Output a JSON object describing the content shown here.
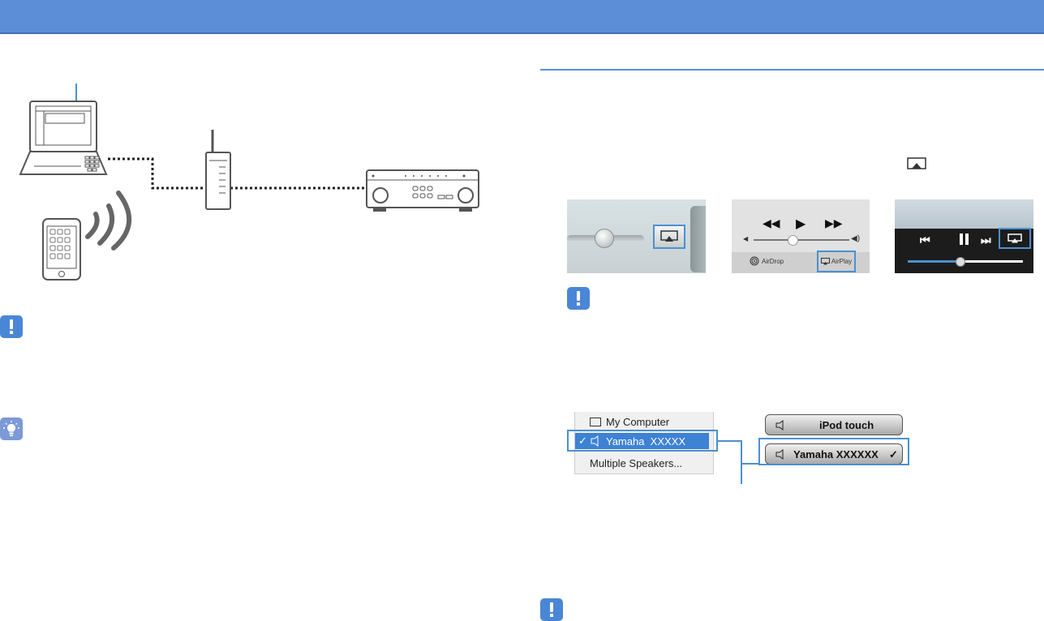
{
  "colors": {
    "header": "#5b8ed6",
    "accent_blue": "#4c90d0",
    "note_icon": "#4a86d6",
    "tip_icon": "#7b9ad6"
  },
  "icons": {
    "note": "exclamation-note-icon",
    "tip": "lightbulb-tip-icon",
    "airplay": "airplay-icon"
  },
  "ios_control": {
    "airdrop_label": "AirDrop",
    "airplay_label": "AirPlay"
  },
  "itunes_menu": {
    "items": [
      "My Computer",
      "Yamaha  XXXXX",
      "Multiple Speakers..."
    ]
  },
  "ios_menu": {
    "items": [
      "iPod touch",
      "Yamaha XXXXXX"
    ],
    "checkmark": "✓"
  }
}
